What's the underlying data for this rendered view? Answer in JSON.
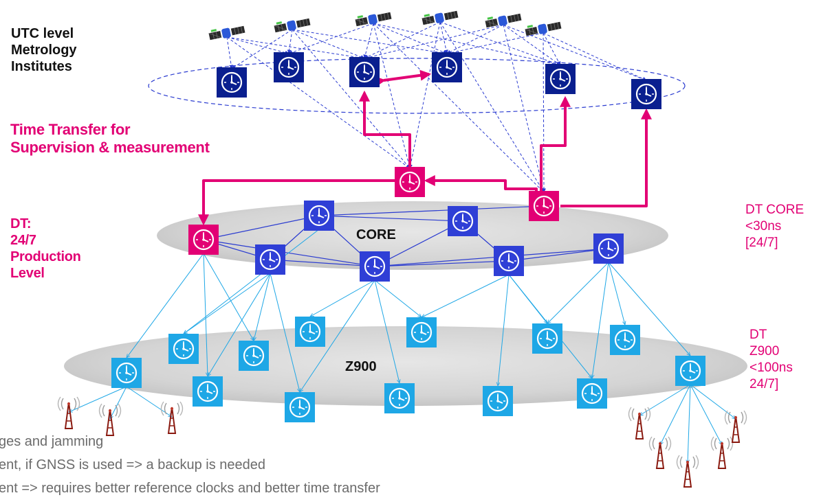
{
  "labels": {
    "utc": [
      "UTC level",
      "Metrology",
      "Institutes"
    ],
    "time_transfer": [
      "Time Transfer for",
      "Supervision & measurement"
    ],
    "dt_production": [
      "DT:",
      "24/7",
      "Production",
      "Level"
    ],
    "core": "CORE",
    "z900": "Z900",
    "dt_core": [
      "DT CORE",
      "<30ns",
      "[24/7]"
    ],
    "dt_z900": [
      "DT",
      "Z900",
      "<100ns",
      "24/7]"
    ]
  },
  "bottom_text": [
    "ges and jamming",
    "ent, if GNSS is used => a backup is needed",
    "ent => requires better reference clocks and better time transfer"
  ],
  "colors": {
    "magenta": "#e20074",
    "navy": "#0a1f8f",
    "core_blue": "#2f3fd6",
    "cyan": "#1ea7e6",
    "ellipse_grey": "#d2d2d2"
  },
  "icons": {
    "satellite": "satellite-icon",
    "clock": "clock-icon",
    "antenna": "antenna-tower-icon"
  }
}
